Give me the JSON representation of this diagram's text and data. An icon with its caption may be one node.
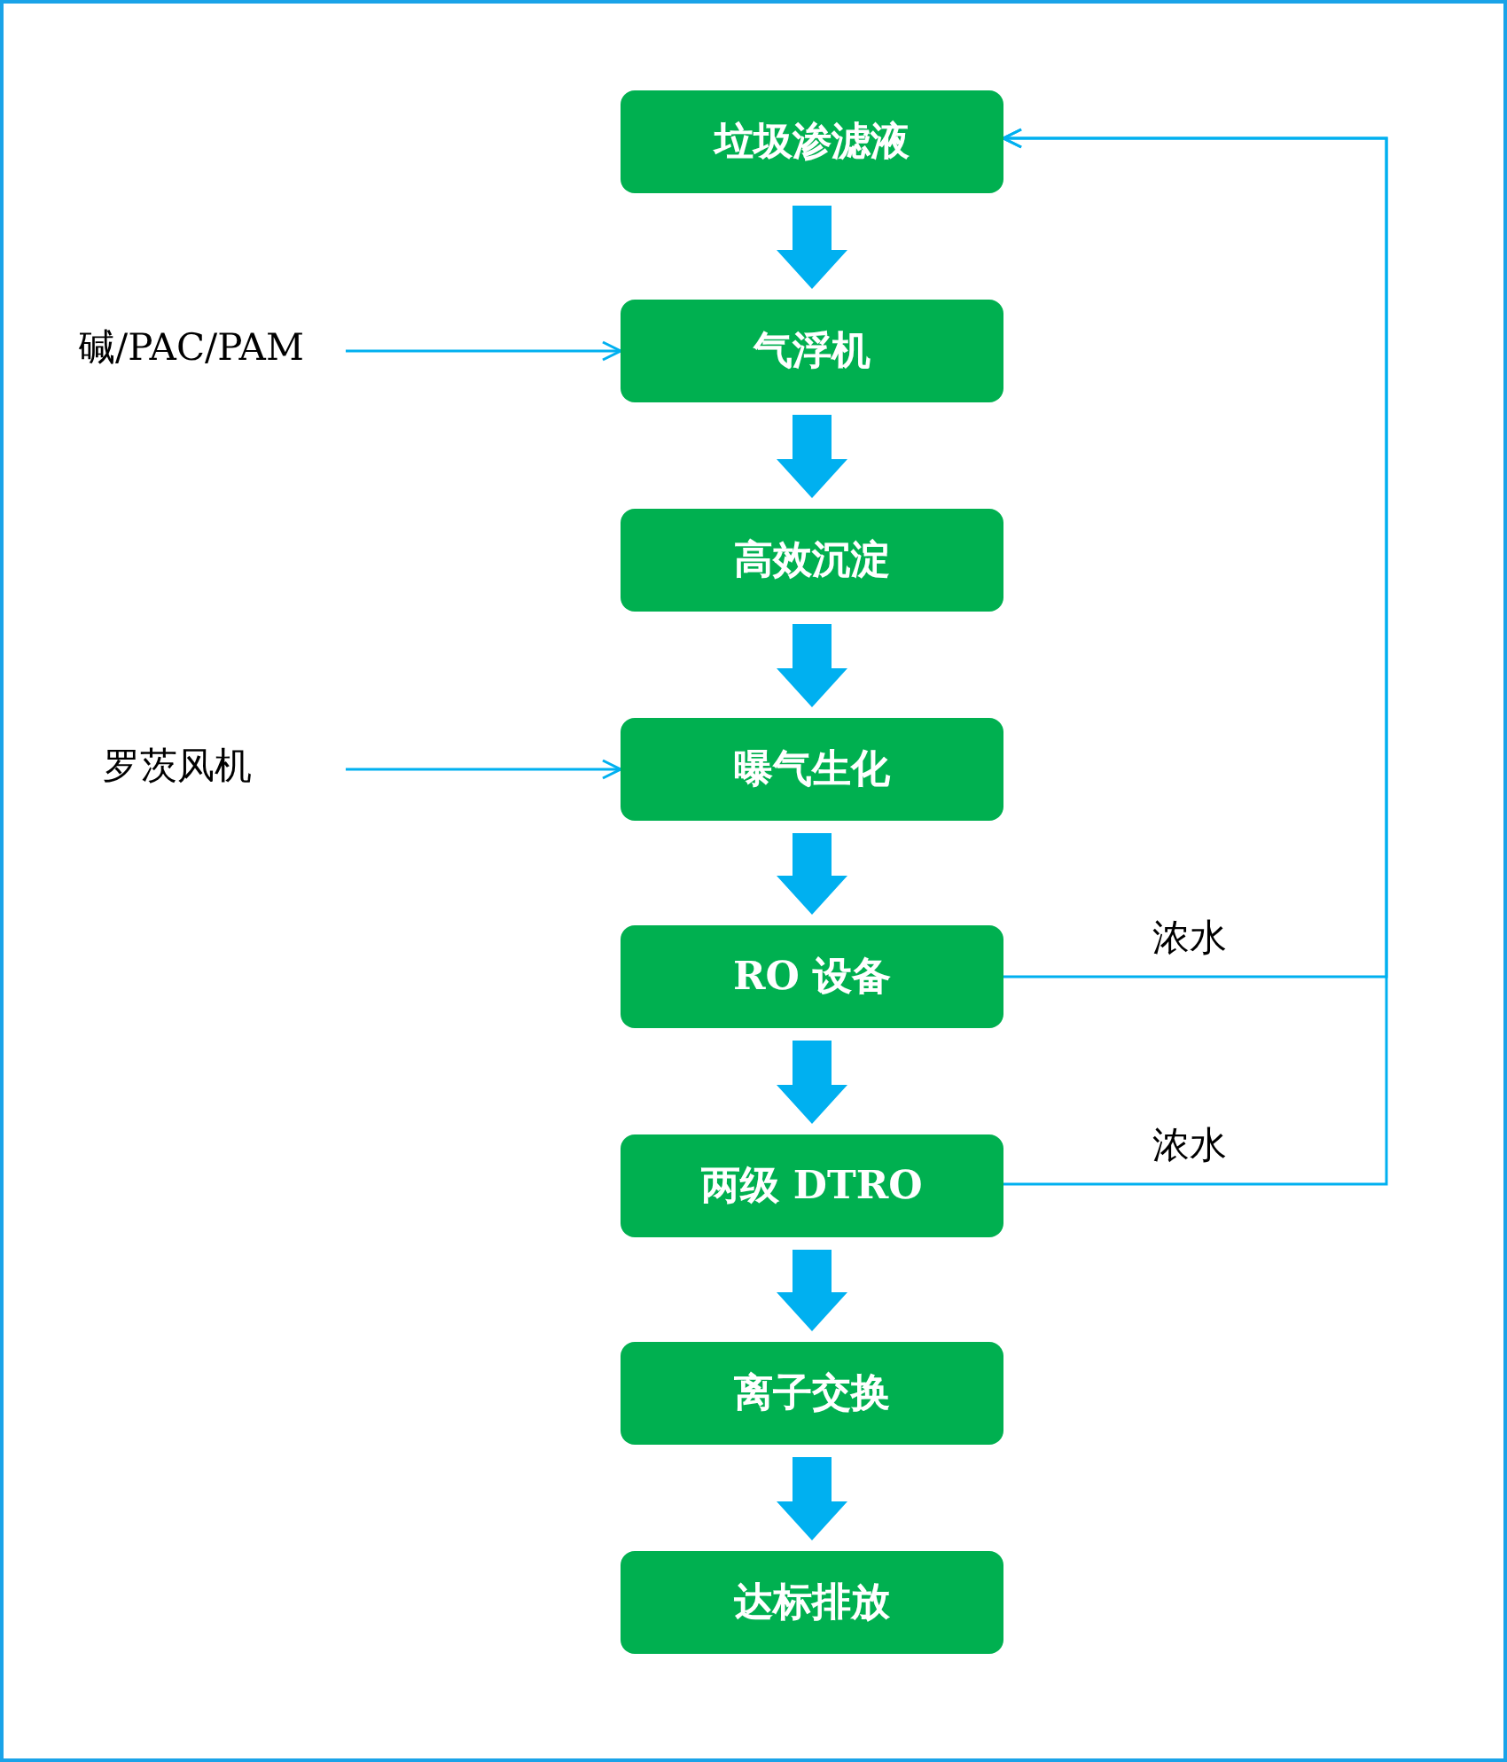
{
  "diagram": {
    "nodes": [
      {
        "text": [
          "垃圾渗滤液"
        ]
      },
      {
        "text": [
          "气浮机"
        ]
      },
      {
        "text": [
          "高效沉淀"
        ]
      },
      {
        "text": [
          "曝气生化"
        ]
      },
      {
        "text": [
          "RO 设备"
        ]
      },
      {
        "text": [
          "两级 DTRO"
        ]
      },
      {
        "text": [
          "离子交换"
        ]
      },
      {
        "text": [
          "达标排放"
        ]
      },
      {
        "text": [
          "碱/PAC/PAM"
        ]
      },
      {
        "text": [
          "罗茨风机"
        ]
      }
    ],
    "edges": [
      {
        "from": 0,
        "to": 1,
        "arrow": "to",
        "style": "thick"
      },
      {
        "from": 1,
        "to": 2,
        "arrow": "to",
        "style": "thick"
      },
      {
        "from": 2,
        "to": 3,
        "arrow": "to",
        "style": "thick"
      },
      {
        "from": 3,
        "to": 4,
        "arrow": "to",
        "style": "thick"
      },
      {
        "from": 4,
        "to": 5,
        "arrow": "to",
        "style": "thick"
      },
      {
        "from": 5,
        "to": 6,
        "arrow": "to",
        "style": "thick"
      },
      {
        "from": 6,
        "to": 7,
        "arrow": "to",
        "style": "thick"
      },
      {
        "from": 8,
        "to": 1,
        "arrow": "to"
      },
      {
        "from": 9,
        "to": 3,
        "arrow": "to"
      },
      {
        "from": 4,
        "to": 0,
        "arrow": "to",
        "label": "浓水"
      },
      {
        "from": 5,
        "to": 0,
        "arrow": "to",
        "label": "浓水"
      }
    ]
  }
}
